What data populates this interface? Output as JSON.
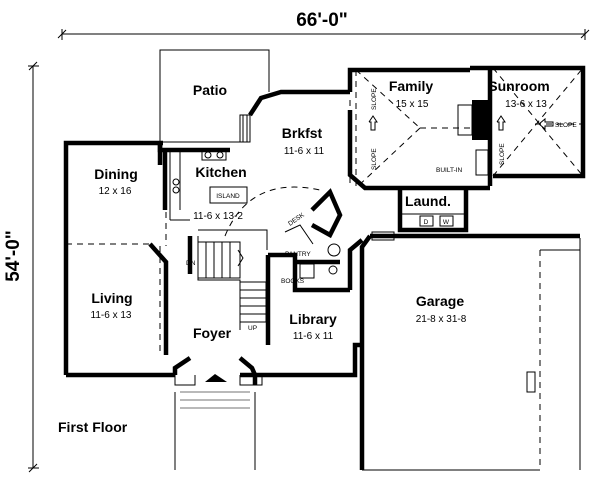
{
  "dimensions": {
    "width": "66'-0\"",
    "depth": "54'-0\""
  },
  "floor_label": "First Floor",
  "rooms": {
    "patio": {
      "name": "Patio"
    },
    "family": {
      "name": "Family",
      "size": "15 x 15"
    },
    "sunroom": {
      "name": "Sunroom",
      "size": "13-6 x 13"
    },
    "brkfst": {
      "name": "Brkfst",
      "size": "11-6 x 11"
    },
    "dining": {
      "name": "Dining",
      "size": "12 x 16"
    },
    "kitchen": {
      "name": "Kitchen",
      "size": "11-6 x 13-2"
    },
    "laund": {
      "name": "Laund."
    },
    "living": {
      "name": "Living",
      "size": "11-6 x 13"
    },
    "garage": {
      "name": "Garage",
      "size": "21-8 x 31-8"
    },
    "library": {
      "name": "Library",
      "size": "11-6 x 11"
    },
    "foyer": {
      "name": "Foyer"
    }
  },
  "notes": {
    "island": "ISLAND",
    "desk": "DESK",
    "pantry": "PANTRY",
    "books": "BOOKS",
    "built_in": "BUILT-IN",
    "slope": "SLOPE",
    "dn": "DN",
    "up": "UP",
    "d": "D",
    "w": "W"
  }
}
